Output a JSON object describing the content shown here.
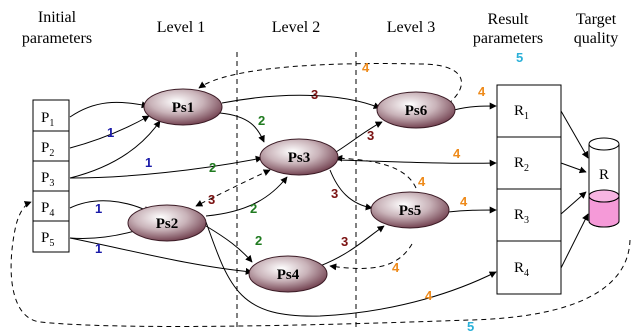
{
  "headers": {
    "initial": [
      "Initial",
      "parameters"
    ],
    "level1": "Level 1",
    "level2": "Level 2",
    "level3": "Level 3",
    "result": [
      "Result",
      "parameters"
    ],
    "target": [
      "Target",
      "quality"
    ]
  },
  "inputs": {
    "p1": {
      "base": "P",
      "sub": "1"
    },
    "p2": {
      "base": "P",
      "sub": "2"
    },
    "p3": {
      "base": "P",
      "sub": "3"
    },
    "p4": {
      "base": "P",
      "sub": "4"
    },
    "p5": {
      "base": "P",
      "sub": "5"
    }
  },
  "processes": {
    "ps1": "Ps1",
    "ps2": "Ps2",
    "ps3": "Ps3",
    "ps4": "Ps4",
    "ps5": "Ps5",
    "ps6": "Ps6"
  },
  "results": {
    "r1": {
      "base": "R",
      "sub": "1"
    },
    "r2": {
      "base": "R",
      "sub": "2"
    },
    "r3": {
      "base": "R",
      "sub": "3"
    },
    "r4": {
      "base": "R",
      "sub": "4"
    }
  },
  "target": {
    "label": "R"
  },
  "level_numbers": {
    "n1a": "1",
    "n1b": "1",
    "n1c": "1",
    "n1d": "1",
    "n2a": "2",
    "n2b": "2",
    "n2c": "2",
    "n2d": "2",
    "n3a": "3",
    "n3b": "3",
    "n3c": "3",
    "n3d": "3",
    "n3e": "3",
    "n4a": "4",
    "n4b": "4",
    "n4c": "4",
    "n4d": "4",
    "n4e": "4",
    "n4f": "4",
    "n4g": "4",
    "n5a": "5",
    "n5b": "5"
  },
  "colors": {
    "level1": "#1a1aa8",
    "level2": "#1f7a1f",
    "level3": "#7a1010",
    "level4": "#ee8a1a",
    "level5": "#2ab0d8",
    "cylinder_fill": "#f59ad8"
  }
}
